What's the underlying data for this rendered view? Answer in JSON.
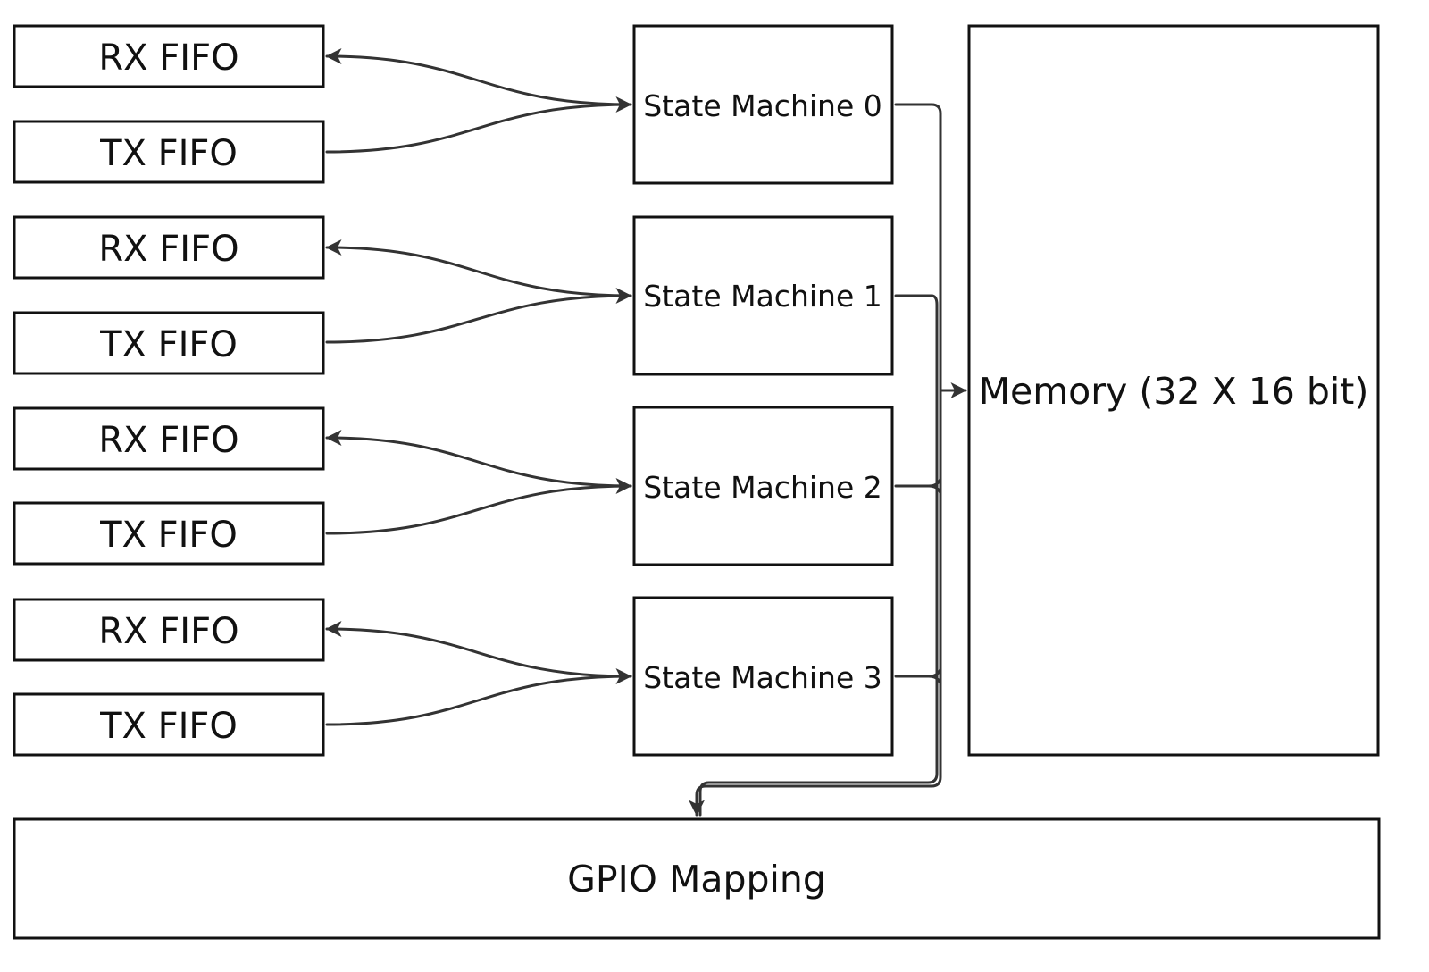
{
  "fifo_groups": [
    {
      "rx_label": "RX FIFO",
      "tx_label": "TX FIFO",
      "state_machine": "State Machine 0"
    },
    {
      "rx_label": "RX FIFO",
      "tx_label": "TX FIFO",
      "state_machine": "State Machine 1"
    },
    {
      "rx_label": "RX FIFO",
      "tx_label": "TX FIFO",
      "state_machine": "State Machine 2"
    },
    {
      "rx_label": "RX FIFO",
      "tx_label": "TX FIFO",
      "state_machine": "State Machine 3"
    }
  ],
  "memory": {
    "label": "Memory (32 X 16 bit)"
  },
  "gpio": {
    "label": "GPIO Mapping"
  },
  "colors": {
    "stroke": "#111111",
    "wire": "#333333",
    "background": "#ffffff"
  }
}
